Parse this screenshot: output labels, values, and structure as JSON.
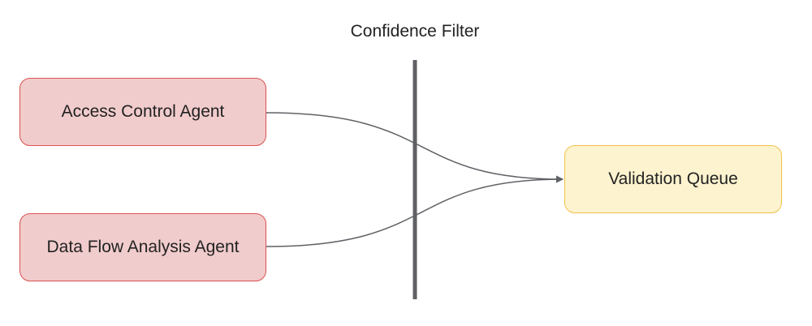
{
  "filter": {
    "label": "Confidence Filter"
  },
  "nodes": {
    "access_control_agent": "Access Control Agent",
    "data_flow_analysis_agent": "Data Flow Analysis Agent",
    "validation_queue": "Validation Queue"
  },
  "colors": {
    "agent_fill": "#f1cccc",
    "agent_border": "#d9534f",
    "queue_fill": "#fdf3cf",
    "queue_border": "#f0c24a",
    "filter_bar": "#5f6166",
    "connector": "#5f6166"
  }
}
